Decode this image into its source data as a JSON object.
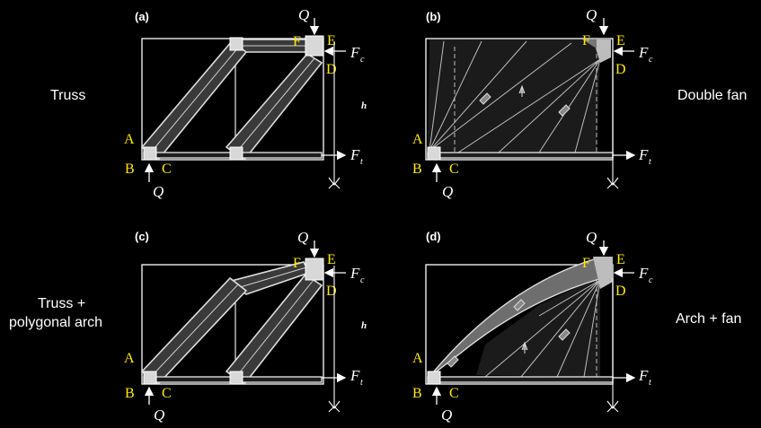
{
  "row_labels": {
    "truss": "Truss",
    "double_fan": "Double fan",
    "truss_arch_line1": "Truss +",
    "truss_arch_line2": "polygonal arch",
    "arch_fan": "Arch + fan"
  },
  "panels": {
    "a": "(a)",
    "b": "(b)",
    "c": "(c)",
    "d": "(d)"
  },
  "nodes": {
    "A": "A",
    "B": "B",
    "C": "C",
    "D": "D",
    "E": "E",
    "F": "F"
  },
  "forces": {
    "Q": "Q",
    "F": "F",
    "sub_c": "c",
    "sub_t": "t",
    "h": "h"
  },
  "colors": {
    "background": "#000000",
    "node_labels": "#ffeb00",
    "lines": "#ffffff",
    "strut_fill": "#3a3a3a",
    "arch_fill": "#6e6e6e"
  }
}
